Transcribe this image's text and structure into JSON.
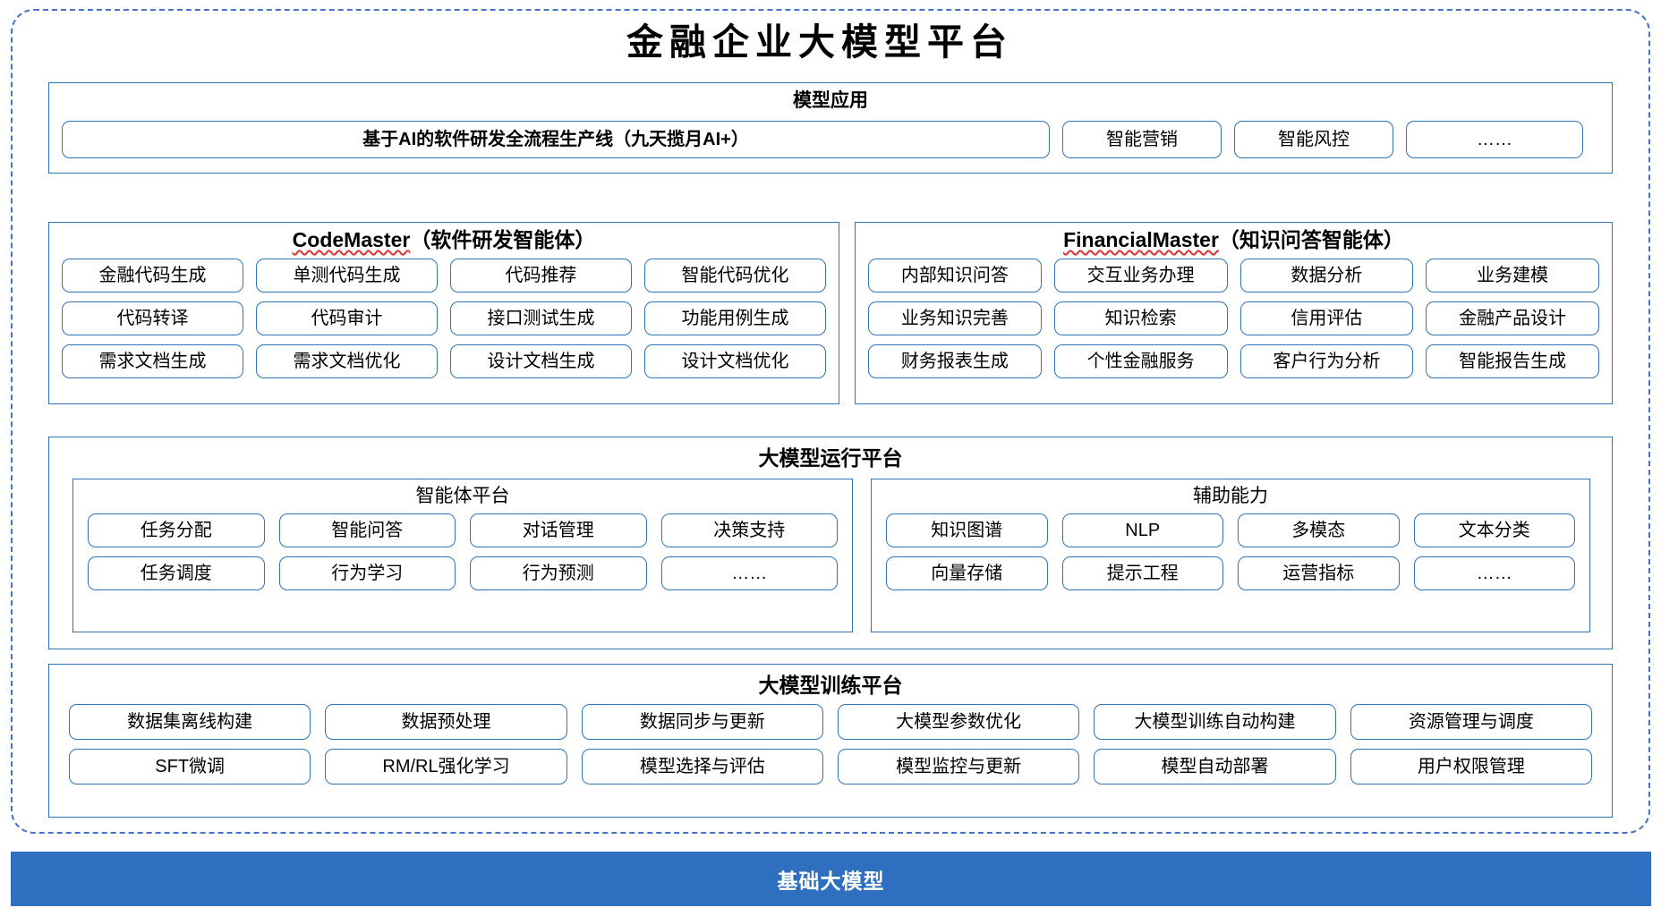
{
  "title": "金融企业大模型平台",
  "colors": {
    "border_blue": "#2E75B6",
    "dashed_blue": "#4472C4",
    "base_bar_blue": "#2E6FBF",
    "spellcheck_red": "#e03030"
  },
  "model_application": {
    "title": "模型应用",
    "items": [
      "基于AI的软件研发全流程生产线（九天揽月AI+）",
      "智能营销",
      "智能风控",
      "……"
    ]
  },
  "code_master": {
    "name": "CodeMaster",
    "suffix": "（软件研发智能体）",
    "items": [
      "金融代码生成",
      "单测代码生成",
      "代码推荐",
      "智能代码优化",
      "代码转译",
      "代码审计",
      "接口测试生成",
      "功能用例生成",
      "需求文档生成",
      "需求文档优化",
      "设计文档生成",
      "设计文档优化"
    ]
  },
  "financial_master": {
    "name": "FinancialMaster",
    "suffix": "（知识问答智能体）",
    "items": [
      "内部知识问答",
      "交互业务办理",
      "数据分析",
      "业务建模",
      "业务知识完善",
      "知识检索",
      "信用评估",
      "金融产品设计",
      "财务报表生成",
      "个性金融服务",
      "客户行为分析",
      "智能报告生成"
    ]
  },
  "run_platform": {
    "title": "大模型运行平台",
    "agent_platform": {
      "title": "智能体平台",
      "items": [
        "任务分配",
        "智能问答",
        "对话管理",
        "决策支持",
        "任务调度",
        "行为学习",
        "行为预测",
        "……"
      ]
    },
    "auxiliary": {
      "title": "辅助能力",
      "items": [
        "知识图谱",
        "NLP",
        "多模态",
        "文本分类",
        "向量存储",
        "提示工程",
        "运营指标",
        "……"
      ]
    }
  },
  "train_platform": {
    "title": "大模型训练平台",
    "items": [
      "数据集离线构建",
      "数据预处理",
      "数据同步与更新",
      "大模型参数优化",
      "大模型训练自动构建",
      "资源管理与调度",
      "SFT微调",
      "RM/RL强化学习",
      "模型选择与评估",
      "模型监控与更新",
      "模型自动部署",
      "用户权限管理"
    ]
  },
  "base_model": {
    "label": "基础大模型"
  }
}
